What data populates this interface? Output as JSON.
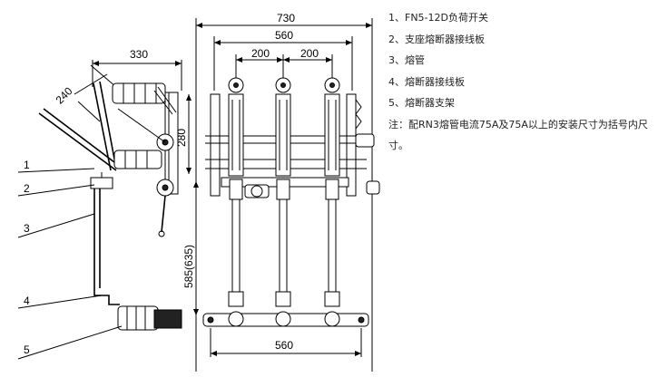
{
  "dimensions": {
    "d730": "730",
    "d560_top": "560",
    "d200_left": "200",
    "d200_right": "200",
    "d330": "330",
    "d240": "240",
    "d280": "280",
    "d585": "585(635)",
    "d560_bottom": "560"
  },
  "callouts": [
    "1",
    "2",
    "3",
    "4",
    "5"
  ],
  "legend": {
    "items": [
      "1、FN5-12D负荷开关",
      "2、支座熔断器接线板",
      "3、熔管",
      "4、熔断器接线板",
      "5、熔断器支架"
    ],
    "note": "注：配RN3熔管电流75A及75A以上的安装尺寸为括号内尺寸。"
  }
}
